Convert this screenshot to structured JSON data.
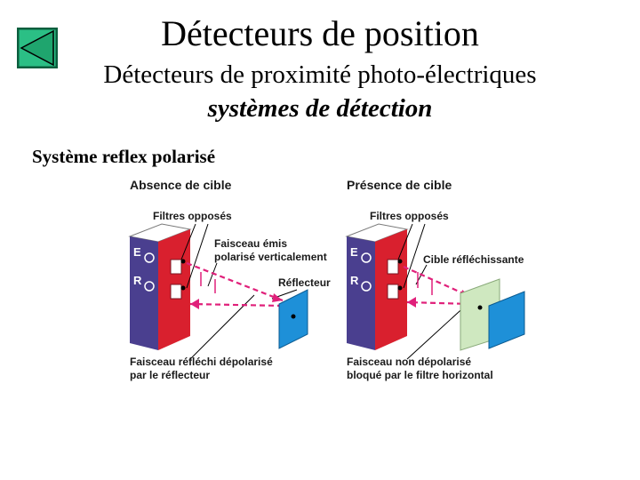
{
  "slide": {
    "title": "Détecteurs de position",
    "subtitle": "Détecteurs de proximité photo-électriques",
    "subtitle2": "systèmes de détection",
    "section": "Système reflex polarisé"
  },
  "nav": {
    "icon": "back-arrow-icon",
    "color": "#1fa56e"
  },
  "diagram": {
    "left": {
      "header": "Absence de cible",
      "filters": "Filtres opposés",
      "beam_line1": "Faisceau émis",
      "beam_line2": "polarisé verticalement",
      "reflector": "Réflecteur",
      "bottom_line1": "Faisceau réfléchi dépolarisé",
      "bottom_line2": "par le réflecteur",
      "e_label": "E",
      "r_label": "R"
    },
    "right": {
      "header": "Présence de cible",
      "filters": "Filtres opposés",
      "target": "Cible réfléchissante",
      "bottom_line1": "Faisceau non dépolarisé",
      "bottom_line2": "bloqué par le filtre horizontal",
      "e_label": "E",
      "r_label": "R"
    },
    "colors": {
      "sensor_body": "#4a3f8f",
      "sensor_face": "#d9202e",
      "beam": "#e0207a",
      "reflector": "#1e90d8",
      "target": "#cfe8c0"
    }
  }
}
